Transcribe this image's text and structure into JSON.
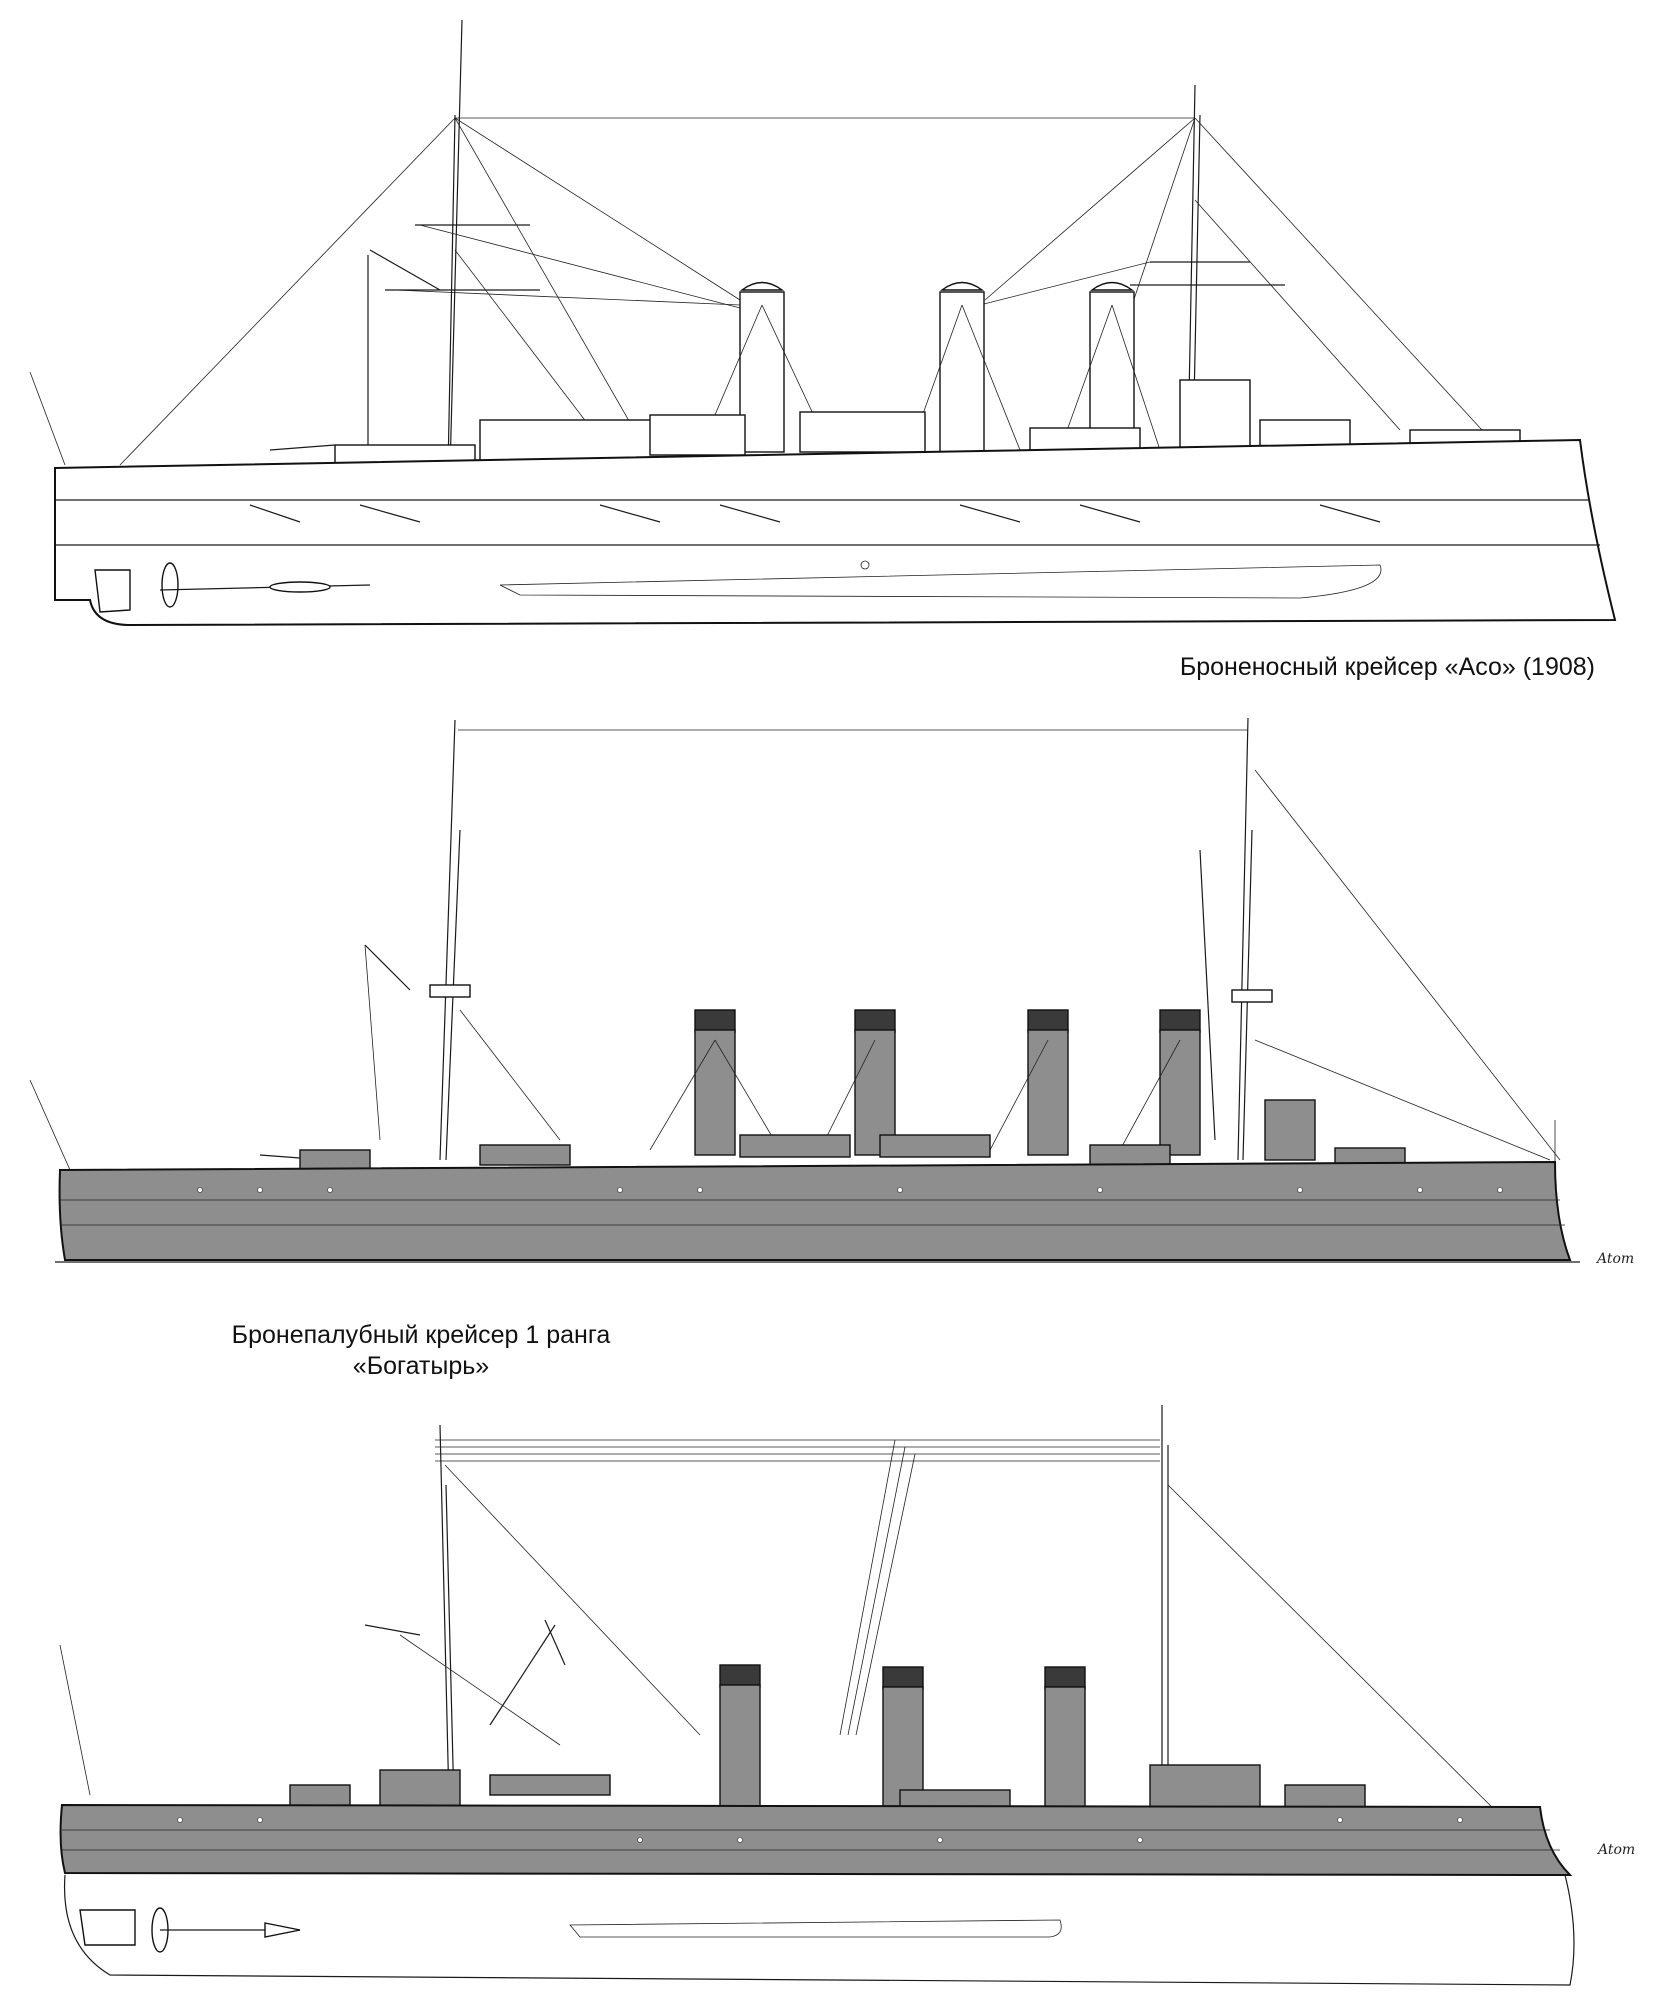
{
  "captions": {
    "aso": "Броненосный крейсер «Асо» (1908)",
    "bogatyr_line1": "Бронепалубный крейсер 1 ранга",
    "bogatyr_line2": "«Богатырь»"
  },
  "signatures": {
    "drawing2": "Atom",
    "drawing3": "Atom"
  },
  "colors": {
    "hull_fill_grey": "#8e8e8e",
    "funnel_cap": "#3a3a3a",
    "line": "#1a1a1a"
  }
}
